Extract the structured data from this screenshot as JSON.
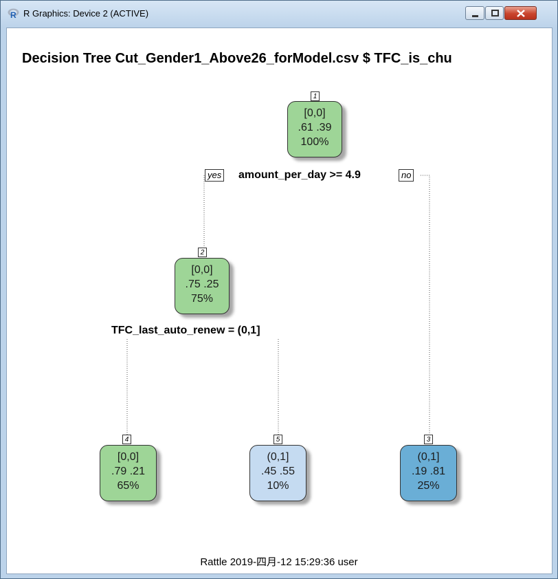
{
  "window": {
    "title": "R Graphics: Device 2 (ACTIVE)",
    "app_icon": "r-logo-icon",
    "controls": [
      "minimize-icon",
      "maximize-icon",
      "close-icon"
    ]
  },
  "plot": {
    "title": "Decision Tree Cut_Gender1_Above26_forModel.csv $ TFC_is_chu",
    "footer": "Rattle 2019-四月-12 15:29:36 user"
  },
  "tree": {
    "nodes": [
      {
        "id": "1",
        "class": "[0,0]",
        "probs": ".61  .39",
        "pct": "100%",
        "color": "#9ed597"
      },
      {
        "id": "2",
        "class": "[0,0]",
        "probs": ".75  .25",
        "pct": "75%",
        "color": "#9ed597"
      },
      {
        "id": "4",
        "class": "[0,0]",
        "probs": ".79  .21",
        "pct": "65%",
        "color": "#9ed597"
      },
      {
        "id": "5",
        "class": "(0,1]",
        "probs": ".45  .55",
        "pct": "10%",
        "color": "#c5dbf1"
      },
      {
        "id": "3",
        "class": "(0,1]",
        "probs": ".19  .81",
        "pct": "25%",
        "color": "#6aaed6"
      }
    ],
    "splits": {
      "root": "amount_per_day >= 4.9",
      "node2": "TFC_last_auto_renew = (0,1]"
    },
    "yes_label": "yes",
    "no_label": "no"
  }
}
